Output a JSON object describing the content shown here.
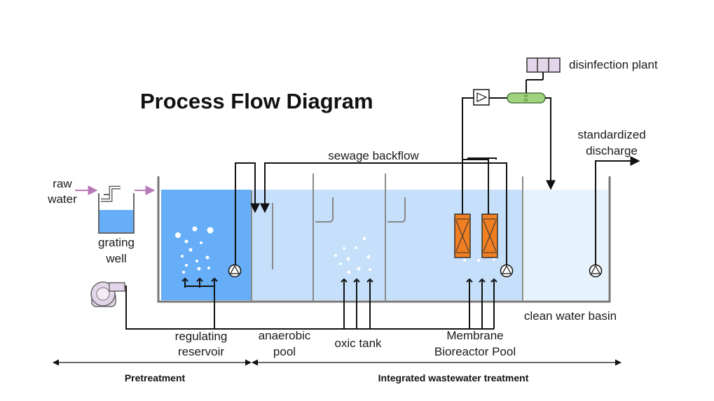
{
  "title": "Process Flow Diagram",
  "labels": {
    "raw_water": [
      "raw",
      "water"
    ],
    "grating_well": [
      "grating",
      "well"
    ],
    "regulating_reservoir": [
      "regulating",
      "reservoir"
    ],
    "anaerobic_pool": [
      "anaerobic",
      "pool"
    ],
    "oxic_tank": "oxic tank",
    "mbr_pool": [
      "Membrane",
      "Bioreactor Pool"
    ],
    "clean_water_basin": "clean water basin",
    "sewage_backflow": "sewage backflow",
    "disinfection_plant": "disinfection plant",
    "standardized_discharge": [
      "standardized",
      "discharge"
    ]
  },
  "sections": {
    "pretreatment": "Pretreatment",
    "integrated": "Integrated wastewater treatment"
  },
  "colors": {
    "deep_water": "#66aef7",
    "light_water": "#c6e0fb",
    "clean_water": "#e6f2fc",
    "membrane": "#f07f22",
    "inflow_arrow": "#b87ab6",
    "valve": "#9fd37d",
    "disinfection_unit": "#e3d5ea",
    "blower": "#e3d5ea"
  }
}
